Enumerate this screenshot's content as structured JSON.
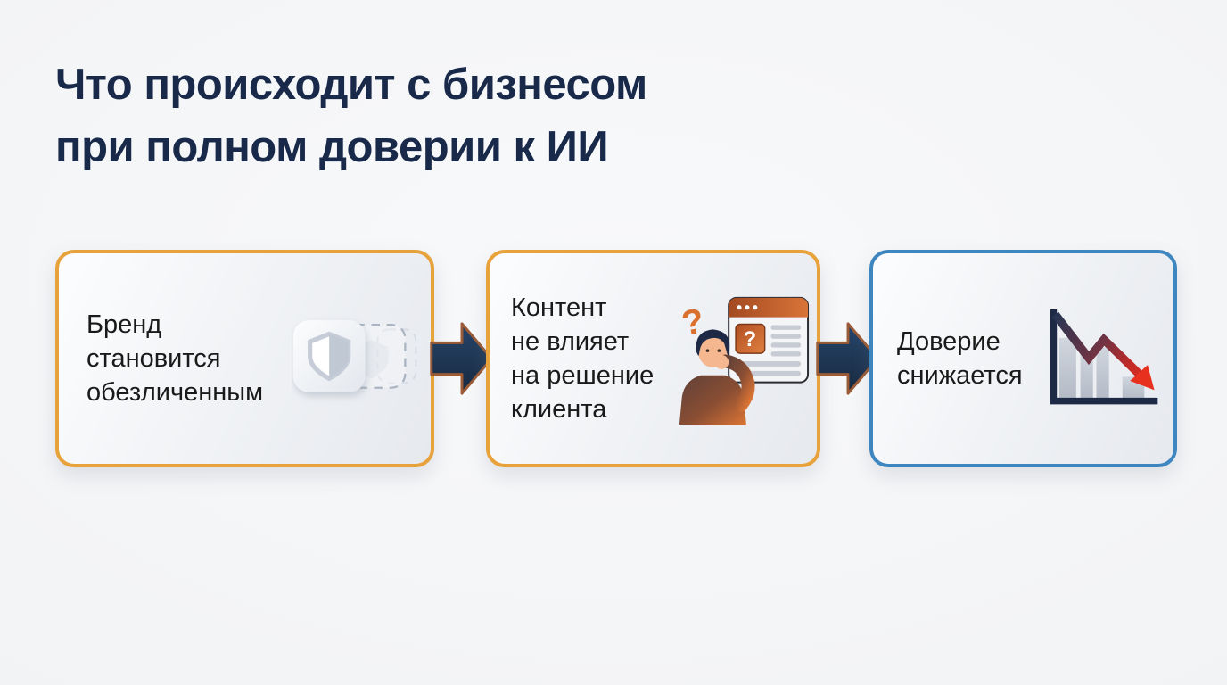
{
  "title": {
    "line1": "Что происходит с бизнесом",
    "line2": "при полном доверии к ИИ"
  },
  "cards": [
    {
      "id": "brand-impersonal",
      "lines": [
        "Бренд",
        "становится",
        "обезличенным"
      ],
      "icon": "fading-brand-shield-icon",
      "border_color": "#E8A23C"
    },
    {
      "id": "content-no-influence",
      "lines": [
        "Контент",
        "не влияет",
        "на решение",
        "клиента"
      ],
      "icon": "confused-customer-icon",
      "border_color": "#E8A23C",
      "icon_text": {
        "thought_question_mark": "?",
        "browser_question_mark": "?"
      }
    },
    {
      "id": "trust-declines",
      "lines": [
        "Доверие",
        "снижается"
      ],
      "icon": "declining-trust-chart-icon",
      "border_color": "#3E86C0"
    }
  ],
  "arrows": [
    {
      "icon": "right-block-arrow-icon"
    },
    {
      "icon": "right-block-arrow-icon"
    }
  ],
  "colors": {
    "title_text": "#18294A",
    "card_text": "#1A1A1A",
    "orange_border": "#E8A23C",
    "blue_border": "#3E86C0",
    "arrow_fill": "#1E3A5E",
    "arrow_outline": "#9A5B36",
    "accent_orange": "#D9702E",
    "chart_red": "#E03020",
    "background": "#F2F3F5"
  }
}
